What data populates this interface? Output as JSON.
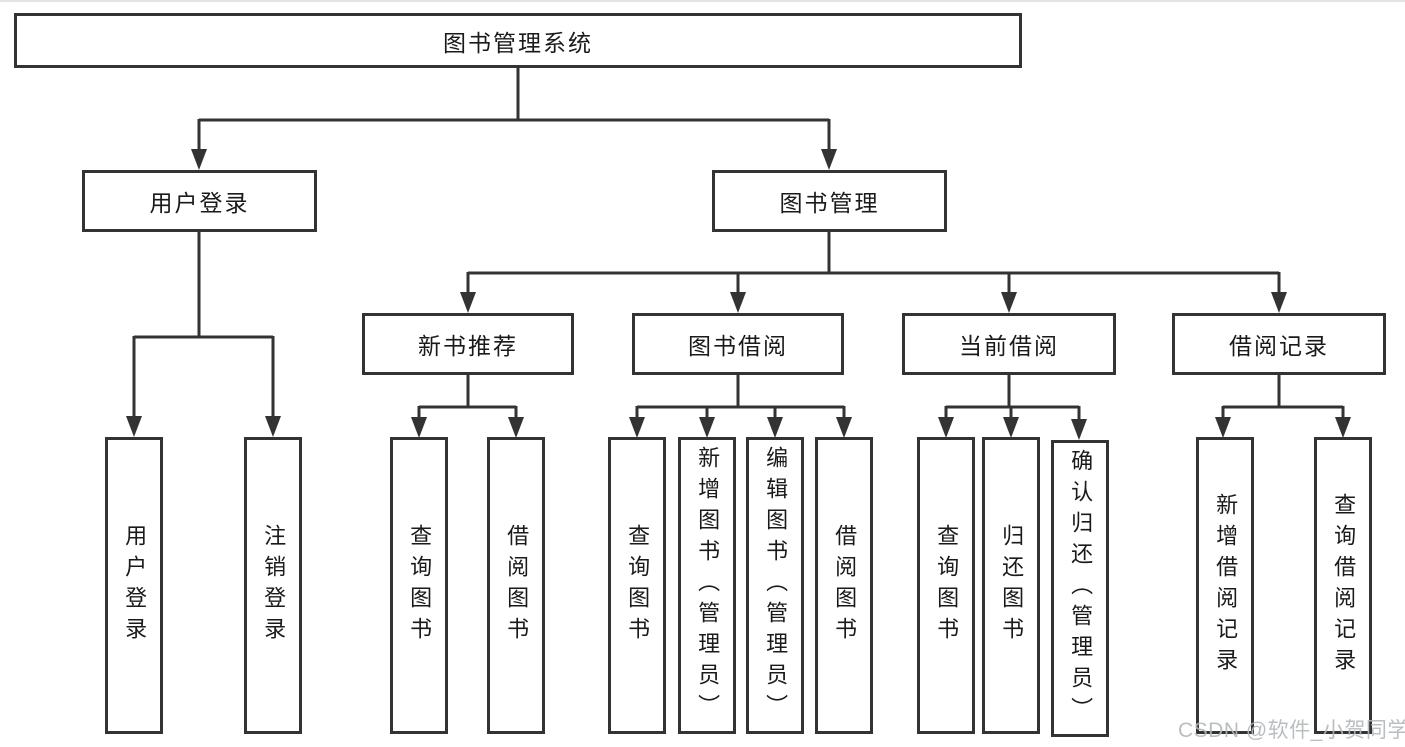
{
  "diagram": {
    "root": "图书管理系统",
    "branches": [
      {
        "label": "用户登录",
        "children": [
          {
            "label": "用户登录"
          },
          {
            "label": "注销登录"
          }
        ]
      },
      {
        "label": "图书管理",
        "children": [
          {
            "label": "新书推荐",
            "children": [
              {
                "label": "查询图书"
              },
              {
                "label": "借阅图书"
              }
            ]
          },
          {
            "label": "图书借阅",
            "children": [
              {
                "label": "查询图书"
              },
              {
                "label": "新增图书（管理员）"
              },
              {
                "label": "编辑图书（管理员）"
              },
              {
                "label": "借阅图书"
              }
            ]
          },
          {
            "label": "当前借阅",
            "children": [
              {
                "label": "查询图书"
              },
              {
                "label": "归还图书"
              },
              {
                "label": "确认归还（管理员）"
              }
            ]
          },
          {
            "label": "借阅记录",
            "children": [
              {
                "label": "新增借阅记录"
              },
              {
                "label": "查询借阅记录"
              }
            ]
          }
        ]
      }
    ]
  },
  "watermark": {
    "text": "CSDN @软件_小贺同学"
  },
  "colors": {
    "line": "#333333",
    "box_border": "#333333",
    "box_fill": "#ffffff",
    "text": "#1a1a1a",
    "watermark": "#b3b7ba"
  }
}
